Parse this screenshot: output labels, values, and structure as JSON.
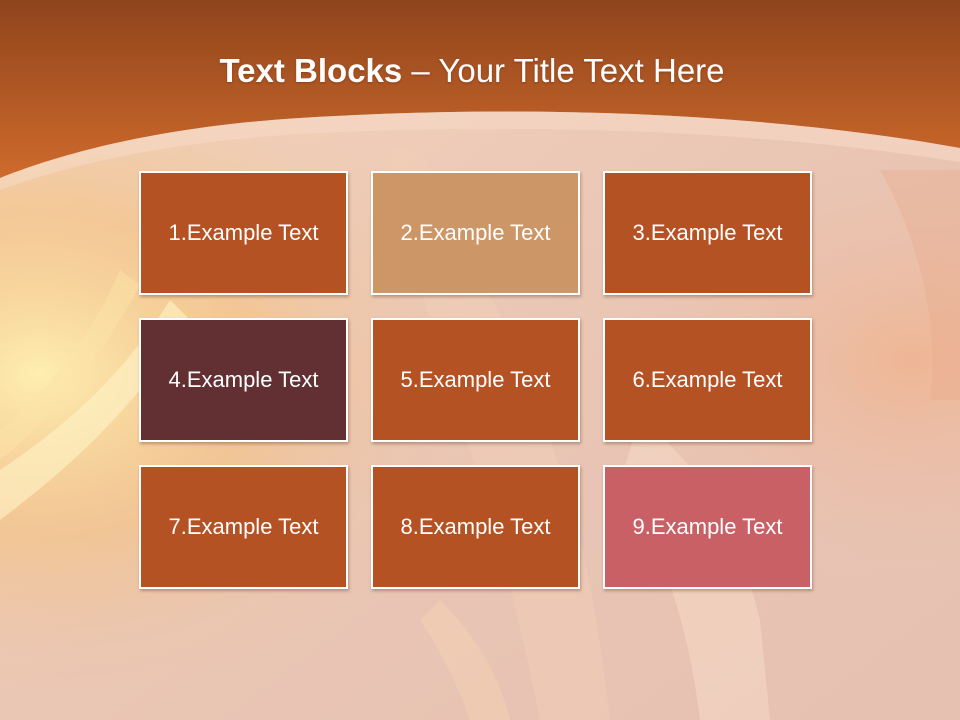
{
  "slide": {
    "title_bold": "Text Blocks",
    "title_dash": " – ",
    "title_regular": "Your Title Text Here"
  },
  "blocks": [
    {
      "label": "1.Example Text",
      "color": "#b55224"
    },
    {
      "label": "2.Example Text",
      "color": "#cc9666"
    },
    {
      "label": "3.Example Text",
      "color": "#b55224"
    },
    {
      "label": "4.Example Text",
      "color": "#622f32"
    },
    {
      "label": "5.Example Text",
      "color": "#b55224"
    },
    {
      "label": "6.Example Text",
      "color": "#b55224"
    },
    {
      "label": "7.Example Text",
      "color": "#b55224"
    },
    {
      "label": "8.Example Text",
      "color": "#b55224"
    },
    {
      "label": "9.Example Text",
      "color": "#c96066"
    }
  ],
  "theme": {
    "header_top": "#8f441c",
    "header_bottom": "#cf6a2c",
    "text_color": "#ffffff"
  }
}
